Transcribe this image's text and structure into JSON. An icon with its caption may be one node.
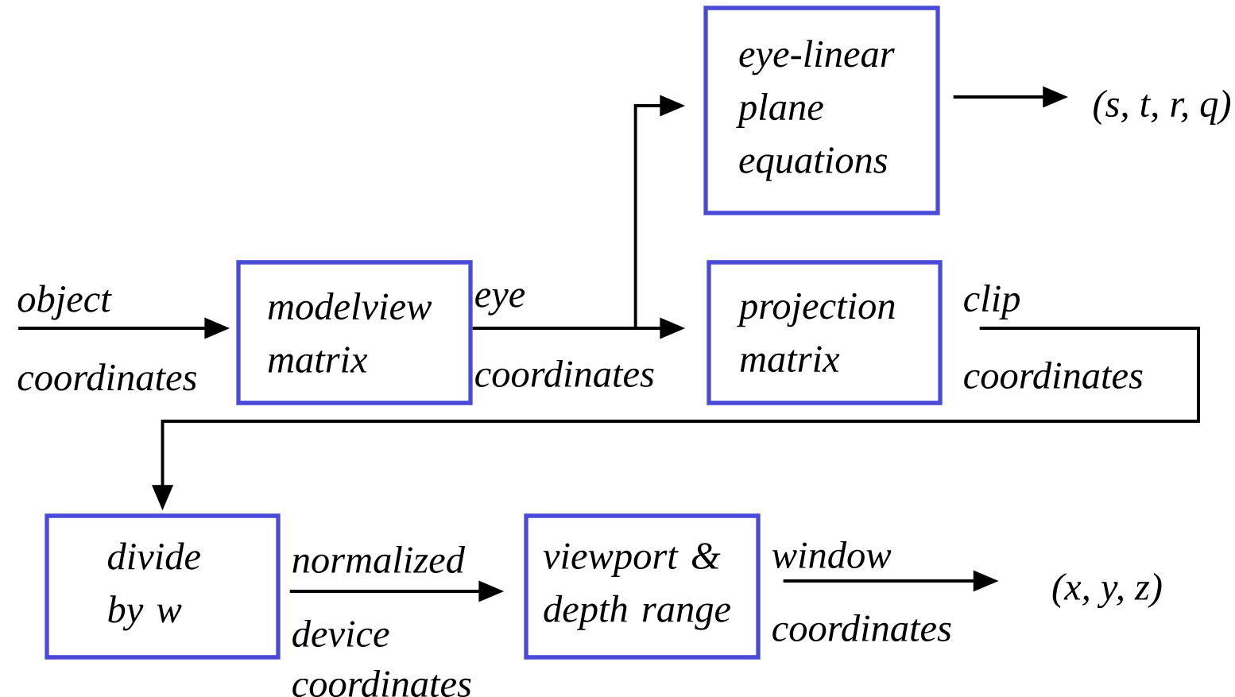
{
  "diagram": {
    "nodes": [
      {
        "text": [
          "object",
          "coordinates"
        ]
      },
      {
        "text": [
          "modelview matrix"
        ]
      },
      {
        "text": [
          "eye-linear plane equations"
        ]
      },
      {
        "text": [
          "projection matrix"
        ]
      },
      {
        "text": [
          "(s, t, r, q)"
        ]
      },
      {
        "text": [
          "divide by w"
        ]
      },
      {
        "text": [
          "viewport & depth range"
        ]
      },
      {
        "text": [
          "(x, y, z)"
        ]
      }
    ],
    "edges": [
      {
        "from": 0,
        "to": 1,
        "arrow": "to"
      },
      {
        "from": 1,
        "to": 3,
        "arrow": "to"
      },
      {
        "from": 1,
        "to": 2,
        "arrow": "to"
      },
      {
        "from": 2,
        "to": 4,
        "arrow": "to"
      },
      {
        "from": 3,
        "to": 5,
        "arrow": "to"
      },
      {
        "from": 5,
        "to": 6,
        "arrow": "to"
      },
      {
        "from": 6,
        "to": 7,
        "arrow": "to"
      }
    ],
    "labels": [
      "eye",
      "coordinates",
      "clip",
      "coordinates",
      "normalized",
      "device",
      "coordinates",
      "window",
      "coordinates"
    ]
  }
}
